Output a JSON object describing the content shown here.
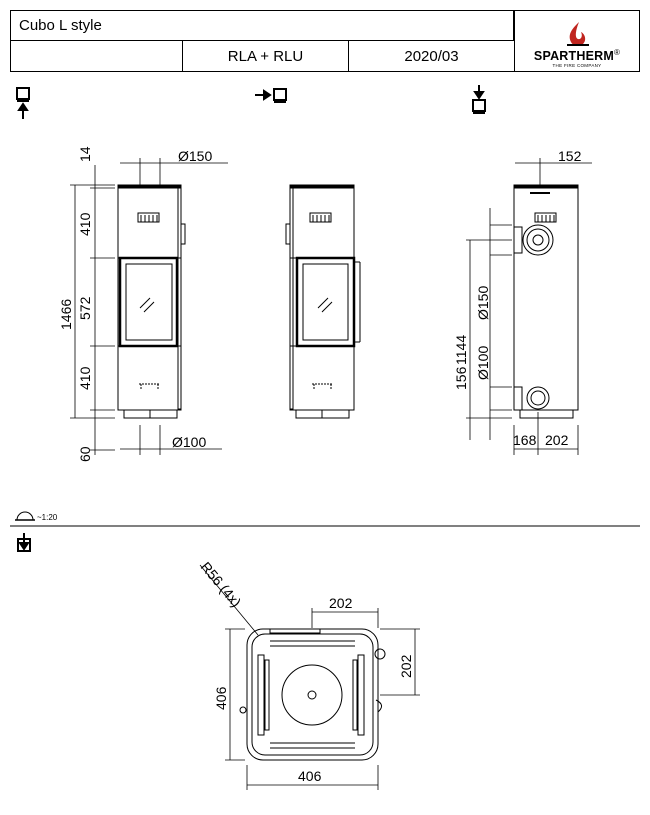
{
  "header": {
    "model": "Cubo L style",
    "variant": "RLA + RLU",
    "date": "2020/03",
    "brand": "SPARTHERM",
    "brand_sub": "THE FIRE COMPANY",
    "registered": "®"
  },
  "views": {
    "front": {
      "flue_top": "Ø150",
      "inlet_bottom": "Ø100",
      "dims": [
        "14",
        "410",
        "572",
        "410",
        "60",
        "1466"
      ]
    },
    "side": {
      "top_offset": "152",
      "height_1144": "1144",
      "height_156": "156",
      "flue": "Ø150",
      "inlet": "Ø100",
      "bottom_168": "168",
      "bottom_202": "202"
    }
  },
  "scale": {
    "text": "~1:20"
  },
  "plan": {
    "radius": "R56 (4x)",
    "w_top": "202",
    "h_right": "202",
    "height": "406",
    "width": "406"
  }
}
